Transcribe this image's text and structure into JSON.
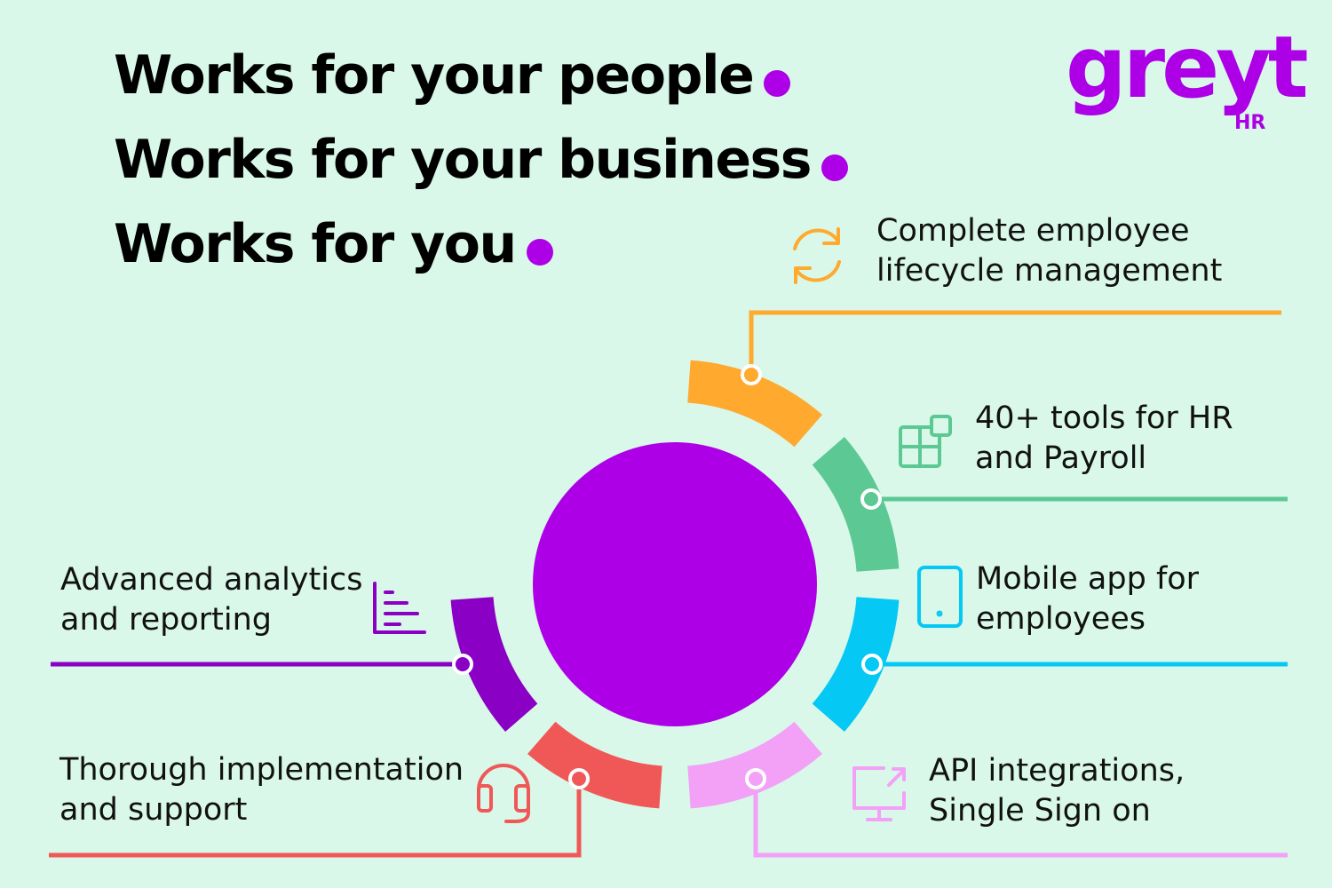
{
  "headlines": [
    "Works for your people",
    "Works for your business",
    "Works for you"
  ],
  "logo": {
    "text": "greyt",
    "suffix": "HR"
  },
  "colors": {
    "background": "#d9f8e9",
    "center": "#ad00e6",
    "accent": "#ad00e6"
  },
  "features": [
    {
      "line1": "Complete employee",
      "line2": "lifecycle management",
      "color": "#ffa92e",
      "icon": "refresh-icon"
    },
    {
      "line1": "40+ tools for HR",
      "line2": "and Payroll",
      "color": "#5cc994",
      "icon": "apps-icon"
    },
    {
      "line1": "Mobile app for",
      "line2": "employees",
      "color": "#05c8f5",
      "icon": "mobile-icon"
    },
    {
      "line1": "API integrations,",
      "line2": "Single Sign on",
      "color": "#f2a1f7",
      "icon": "monitor-share-icon"
    },
    {
      "line1": "Thorough implementation",
      "line2": "and support",
      "color": "#f05858",
      "icon": "headset-icon"
    },
    {
      "line1": "Advanced analytics",
      "line2": "and reporting",
      "color": "#8a00c4",
      "icon": "analytics-icon"
    }
  ]
}
